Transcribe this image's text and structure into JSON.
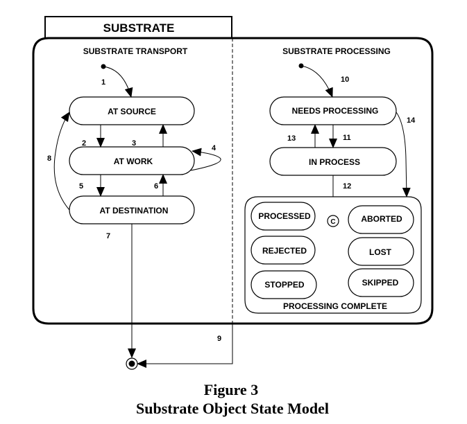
{
  "header": {
    "title": "SUBSTRATE"
  },
  "regions": {
    "transport": "SUBSTRATE TRANSPORT",
    "processing": "SUBSTRATE PROCESSING"
  },
  "states": {
    "at_source": "AT SOURCE",
    "at_work": "AT WORK",
    "at_destination": "AT DESTINATION",
    "needs_processing": "NEEDS PROCESSING",
    "in_process": "IN PROCESS",
    "processed": "PROCESSED",
    "aborted": "ABORTED",
    "rejected": "REJECTED",
    "lost": "LOST",
    "stopped": "STOPPED",
    "skipped": "SKIPPED",
    "processing_complete": "PROCESSING COMPLETE",
    "condition": "C"
  },
  "transitions": [
    "1",
    "2",
    "3",
    "4",
    "5",
    "6",
    "7",
    "8",
    "9",
    "10",
    "11",
    "12",
    "13",
    "14"
  ],
  "caption": {
    "line1": "Figure 3",
    "line2": "Substrate Object State Model"
  }
}
